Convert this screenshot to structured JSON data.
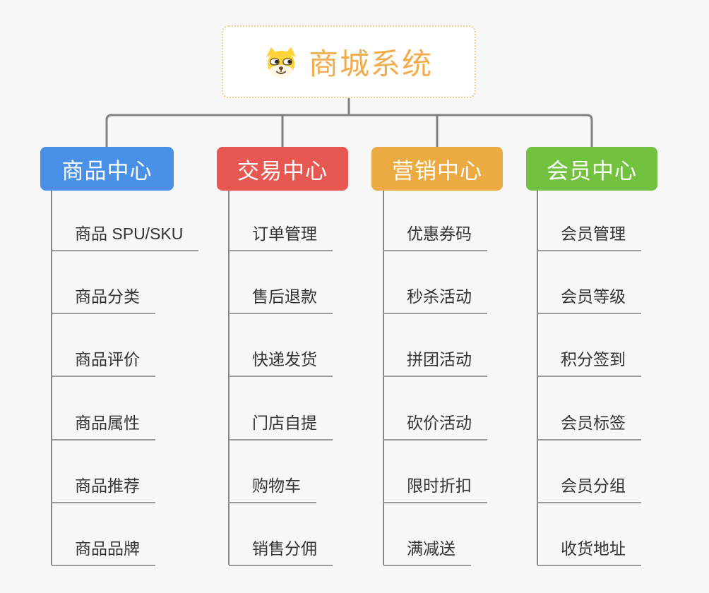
{
  "root": {
    "label": "商城系统",
    "icon": "dog-face-icon"
  },
  "branches": [
    {
      "label": "商品中心",
      "color": "#4A90E6",
      "items": [
        "商品 SPU/SKU",
        "商品分类",
        "商品评价",
        "商品属性",
        "商品推荐",
        "商品品牌"
      ]
    },
    {
      "label": "交易中心",
      "color": "#E65851",
      "items": [
        "订单管理",
        "售后退款",
        "快递发货",
        "门店自提",
        "购物车",
        "销售分佣"
      ]
    },
    {
      "label": "营销中心",
      "color": "#EBAB42",
      "items": [
        "优惠券码",
        "秒杀活动",
        "拼团活动",
        "砍价活动",
        "限时折扣",
        "满减送"
      ]
    },
    {
      "label": "会员中心",
      "color": "#72C13F",
      "items": [
        "会员管理",
        "会员等级",
        "积分签到",
        "会员标签",
        "会员分组",
        "收货地址"
      ]
    }
  ],
  "colors": {
    "background": "#F7F7F7",
    "connector": "#808080",
    "trunk": "#878787",
    "underline": "#9C9C9C",
    "leaf_text": "#333333",
    "root_text": "#F2AC4D",
    "root_border": "#F7CA8D",
    "root_bg": "#FFFFFF",
    "header_text": "#FFFFFF"
  }
}
